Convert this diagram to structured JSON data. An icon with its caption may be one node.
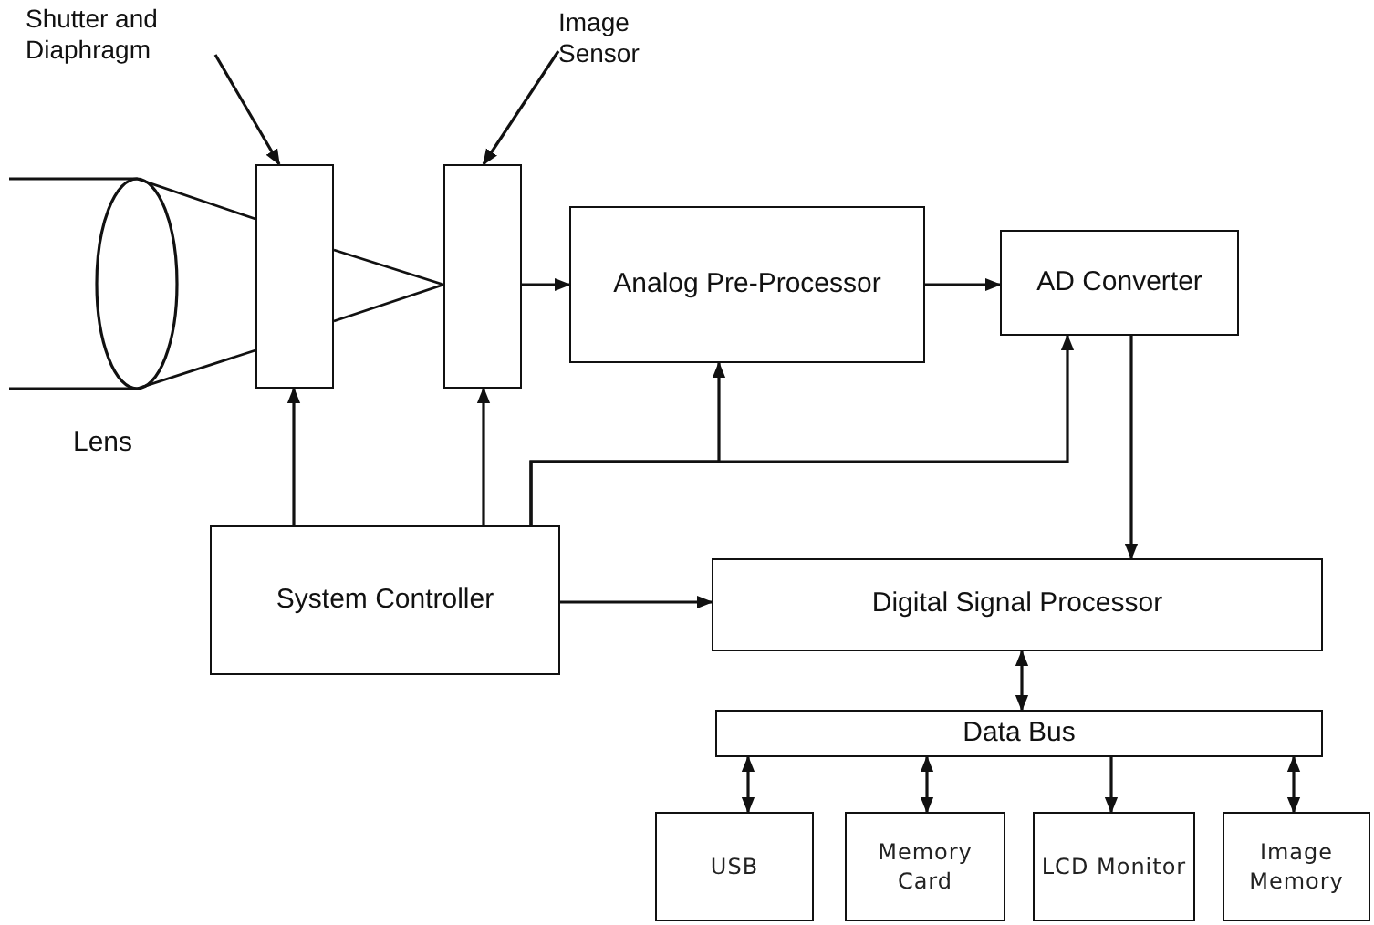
{
  "diagram": {
    "nodes": [
      {
        "text": [
          "Shutter and Diaphragm"
        ]
      },
      {
        "text": [
          "Image Sensor"
        ]
      },
      {
        "text": [],
        "shape": "ellipse",
        "beside": [
          "Lens"
        ]
      },
      {
        "text": [],
        "shape": "box"
      },
      {
        "text": [],
        "shape": "box"
      },
      {
        "text": [
          "Analog Pre-Processor"
        ]
      },
      {
        "text": [
          "AD Converter"
        ]
      },
      {
        "text": [
          "System Controller"
        ]
      },
      {
        "text": [
          "Digital Signal Processor"
        ]
      },
      {
        "text": [
          "Data Bus"
        ]
      },
      {
        "text": [
          "USB"
        ]
      },
      {
        "text": [
          "Memory Card"
        ]
      },
      {
        "text": [
          "LCD Monitor"
        ]
      },
      {
        "text": [
          "Image Memory"
        ]
      }
    ],
    "edges": [
      {
        "from": 0,
        "to": 3,
        "arrow": "to"
      },
      {
        "from": 1,
        "to": 4,
        "arrow": "to"
      },
      {
        "from": 4,
        "to": 5,
        "arrow": "to"
      },
      {
        "from": 5,
        "to": 6,
        "arrow": "to"
      },
      {
        "from": 7,
        "to": 3,
        "arrow": "to"
      },
      {
        "from": 7,
        "to": 4,
        "arrow": "to"
      },
      {
        "from": 7,
        "to": 5,
        "arrow": "to"
      },
      {
        "from": 7,
        "to": 6,
        "arrow": "to"
      },
      {
        "from": 6,
        "to": 8,
        "arrow": "to"
      },
      {
        "from": 7,
        "to": 8,
        "arrow": "to"
      },
      {
        "from": 8,
        "to": 9,
        "arrow": "both"
      },
      {
        "from": 9,
        "to": 10,
        "arrow": "both"
      },
      {
        "from": 9,
        "to": 11,
        "arrow": "both"
      },
      {
        "from": 9,
        "to": 12,
        "arrow": "to"
      },
      {
        "from": 9,
        "to": 13,
        "arrow": "both"
      }
    ]
  }
}
